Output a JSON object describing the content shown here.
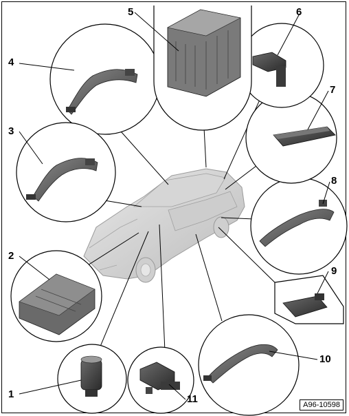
{
  "callouts": {
    "c1": "1",
    "c2": "2",
    "c3": "3",
    "c4": "4",
    "c5": "5",
    "c6": "6",
    "c7": "7",
    "c8": "8",
    "c9": "9",
    "c10": "10",
    "c11": "11"
  },
  "figure_reference": "A96-10598"
}
